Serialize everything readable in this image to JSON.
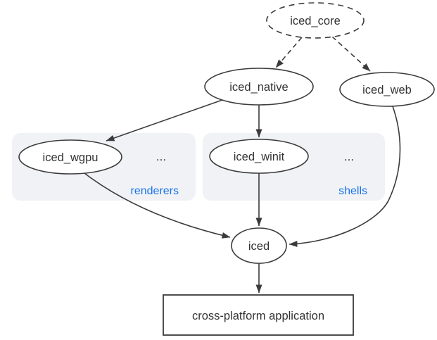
{
  "diagram": {
    "nodes": {
      "iced_core": {
        "label": "iced_core"
      },
      "iced_native": {
        "label": "iced_native"
      },
      "iced_web": {
        "label": "iced_web"
      },
      "iced_wgpu": {
        "label": "iced_wgpu"
      },
      "iced_winit": {
        "label": "iced_winit"
      },
      "iced": {
        "label": "iced"
      },
      "application": {
        "label": "cross-platform application"
      }
    },
    "groups": {
      "renderers": {
        "label": "renderers",
        "ellipsis": "..."
      },
      "shells": {
        "label": "shells",
        "ellipsis": "..."
      }
    },
    "edges": [
      {
        "from": "iced_core",
        "to": "iced_native",
        "style": "dashed"
      },
      {
        "from": "iced_core",
        "to": "iced_web",
        "style": "dashed"
      },
      {
        "from": "iced_native",
        "to": "iced_wgpu",
        "style": "solid"
      },
      {
        "from": "iced_native",
        "to": "iced_winit",
        "style": "solid"
      },
      {
        "from": "iced_wgpu",
        "to": "iced",
        "style": "solid"
      },
      {
        "from": "iced_winit",
        "to": "iced",
        "style": "solid"
      },
      {
        "from": "iced_web",
        "to": "iced",
        "style": "solid"
      },
      {
        "from": "iced",
        "to": "application",
        "style": "solid"
      }
    ],
    "colors": {
      "stroke": "#3b3b3b",
      "text": "#333333",
      "group_fill": "#f0f2f5",
      "group_label_blue": "#1a73e8",
      "node_fill": "#ffffff",
      "background": "#ffffff"
    }
  }
}
